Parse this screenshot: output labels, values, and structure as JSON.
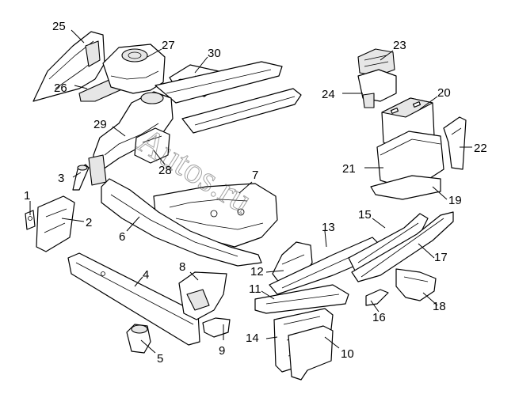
{
  "diagram": {
    "watermark": "Autos.ru",
    "callouts": [
      {
        "id": "1",
        "label": "1"
      },
      {
        "id": "2",
        "label": "2"
      },
      {
        "id": "3",
        "label": "3"
      },
      {
        "id": "4",
        "label": "4"
      },
      {
        "id": "5",
        "label": "5"
      },
      {
        "id": "6",
        "label": "6"
      },
      {
        "id": "7",
        "label": "7"
      },
      {
        "id": "8",
        "label": "8"
      },
      {
        "id": "9",
        "label": "9"
      },
      {
        "id": "10",
        "label": "10"
      },
      {
        "id": "11",
        "label": "11"
      },
      {
        "id": "12",
        "label": "12"
      },
      {
        "id": "13",
        "label": "13"
      },
      {
        "id": "14",
        "label": "14"
      },
      {
        "id": "15",
        "label": "15"
      },
      {
        "id": "16",
        "label": "16"
      },
      {
        "id": "17",
        "label": "17"
      },
      {
        "id": "18",
        "label": "18"
      },
      {
        "id": "19",
        "label": "19"
      },
      {
        "id": "20",
        "label": "20"
      },
      {
        "id": "21",
        "label": "21"
      },
      {
        "id": "22",
        "label": "22"
      },
      {
        "id": "23",
        "label": "23"
      },
      {
        "id": "24",
        "label": "24"
      },
      {
        "id": "25",
        "label": "25"
      },
      {
        "id": "26",
        "label": "26"
      },
      {
        "id": "27",
        "label": "27"
      },
      {
        "id": "28",
        "label": "28"
      },
      {
        "id": "29",
        "label": "29"
      },
      {
        "id": "30",
        "label": "30"
      }
    ]
  }
}
